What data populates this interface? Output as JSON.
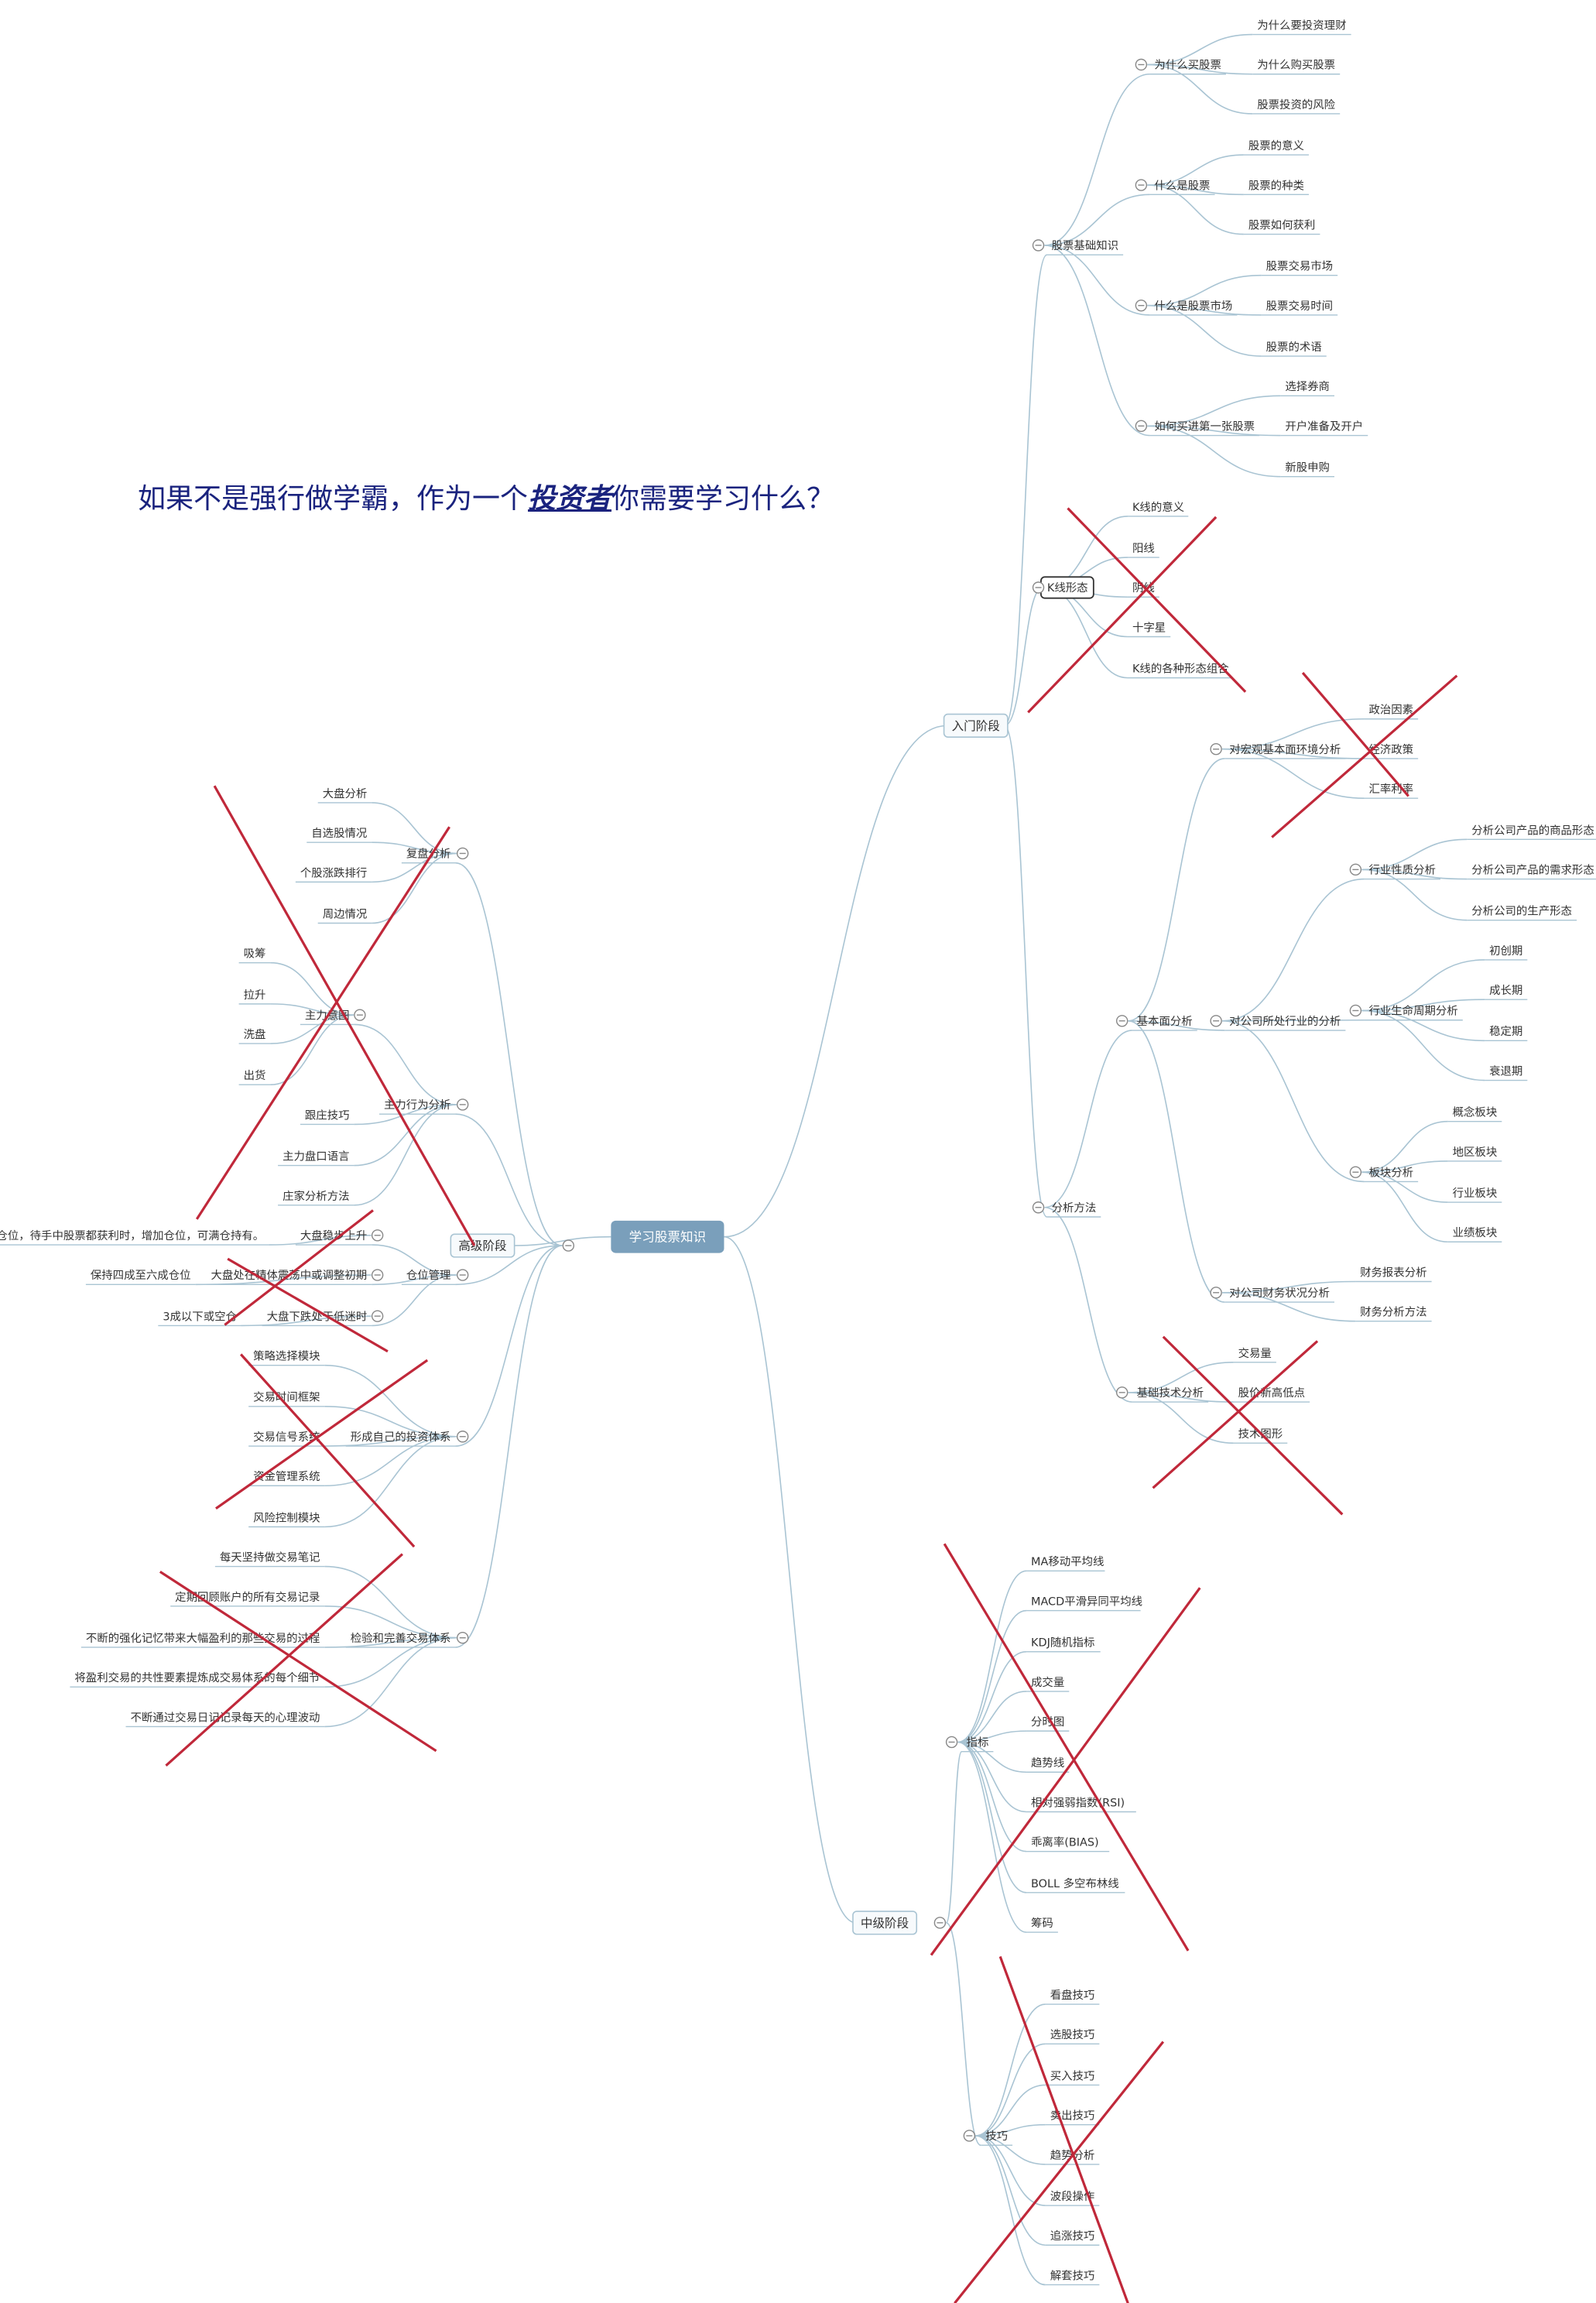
{
  "headline": {
    "prefix": "如果不是强行做学霸，作为一个",
    "emphasis": "投资者",
    "suffix": "你需要学习什么？"
  },
  "colors": {
    "edge": "#a9c4d3",
    "root_fill": "#7a9fbb",
    "root_text": "#ffffff",
    "cross": "#c0283a",
    "text": "#333333",
    "toggle": "#888888"
  },
  "root": "学习股票知识",
  "nodes": [
    {
      "id": "rumen",
      "label": "入门阶段",
      "parent": "root"
    },
    {
      "id": "zhongji",
      "label": "中级阶段",
      "parent": "root"
    },
    {
      "id": "gaoji",
      "label": "高级阶段",
      "parent": "root"
    },
    {
      "id": "jichu",
      "label": "股票基础知识",
      "parent": "rumen"
    },
    {
      "id": "kxian",
      "label": "K线形态",
      "parent": "rumen"
    },
    {
      "id": "fenxi",
      "label": "分析方法",
      "parent": "rumen"
    },
    {
      "id": "weishenme",
      "label": "为什么买股票",
      "parent": "jichu"
    },
    {
      "id": "shenmegp",
      "label": "什么是股票",
      "parent": "jichu"
    },
    {
      "id": "shichang",
      "label": "什么是股票市场",
      "parent": "jichu"
    },
    {
      "id": "ruhemai",
      "label": "如何买进第一张股票",
      "parent": "jichu"
    },
    {
      "id": "w1",
      "label": "为什么要投资理财",
      "parent": "weishenme"
    },
    {
      "id": "w2",
      "label": "为什么购买股票",
      "parent": "weishenme"
    },
    {
      "id": "w3",
      "label": "股票投资的风险",
      "parent": "weishenme"
    },
    {
      "id": "s1",
      "label": "股票的意义",
      "parent": "shenmegp"
    },
    {
      "id": "s2",
      "label": "股票的种类",
      "parent": "shenmegp"
    },
    {
      "id": "s3",
      "label": "股票如何获利",
      "parent": "shenmegp"
    },
    {
      "id": "m1",
      "label": "股票交易市场",
      "parent": "shichang"
    },
    {
      "id": "m2",
      "label": "股票交易时间",
      "parent": "shichang"
    },
    {
      "id": "m3",
      "label": "股票的术语",
      "parent": "shichang"
    },
    {
      "id": "r1",
      "label": "选择券商",
      "parent": "ruhemai"
    },
    {
      "id": "r2",
      "label": "开户准备及开户",
      "parent": "ruhemai"
    },
    {
      "id": "r3",
      "label": "新股申购",
      "parent": "ruhemai"
    },
    {
      "id": "k1",
      "label": "K线的意义",
      "parent": "kxian"
    },
    {
      "id": "k2",
      "label": "阳线",
      "parent": "kxian"
    },
    {
      "id": "k3",
      "label": "阴线",
      "parent": "kxian"
    },
    {
      "id": "k4",
      "label": "十字星",
      "parent": "kxian"
    },
    {
      "id": "k5",
      "label": "K线的各种形态组合",
      "parent": "kxian"
    },
    {
      "id": "jibenmian",
      "label": "基本面分析",
      "parent": "fenxi"
    },
    {
      "id": "jishu",
      "label": "基础技术分析",
      "parent": "fenxi"
    },
    {
      "id": "hongguan",
      "label": "对宏观基本面环境分析",
      "parent": "jibenmian"
    },
    {
      "id": "hangye",
      "label": "对公司所处行业的分析",
      "parent": "jibenmian"
    },
    {
      "id": "caiwu",
      "label": "对公司财务状况分析",
      "parent": "jibenmian"
    },
    {
      "id": "h1",
      "label": "政治因素",
      "parent": "hongguan"
    },
    {
      "id": "h2",
      "label": "经济政策",
      "parent": "hongguan"
    },
    {
      "id": "h3",
      "label": "汇率利率",
      "parent": "hongguan"
    },
    {
      "id": "xingzhi",
      "label": "行业性质分析",
      "parent": "hangye"
    },
    {
      "id": "shengming",
      "label": "行业生命周期分析",
      "parent": "hangye"
    },
    {
      "id": "bankuai",
      "label": "板块分析",
      "parent": "hangye"
    },
    {
      "id": "x1",
      "label": "分析公司产品的商品形态",
      "parent": "xingzhi"
    },
    {
      "id": "x2",
      "label": "分析公司产品的需求形态",
      "parent": "xingzhi"
    },
    {
      "id": "x3",
      "label": "分析公司的生产形态",
      "parent": "xingzhi"
    },
    {
      "id": "sm1",
      "label": "初创期",
      "parent": "shengming"
    },
    {
      "id": "sm2",
      "label": "成长期",
      "parent": "shengming"
    },
    {
      "id": "sm3",
      "label": "稳定期",
      "parent": "shengming"
    },
    {
      "id": "sm4",
      "label": "衰退期",
      "parent": "shengming"
    },
    {
      "id": "b1",
      "label": "概念板块",
      "parent": "bankuai"
    },
    {
      "id": "b2",
      "label": "地区板块",
      "parent": "bankuai"
    },
    {
      "id": "b3",
      "label": "行业板块",
      "parent": "bankuai"
    },
    {
      "id": "b4",
      "label": "业绩板块",
      "parent": "bankuai"
    },
    {
      "id": "c1",
      "label": "财务报表分析",
      "parent": "caiwu"
    },
    {
      "id": "c2",
      "label": "财务分析方法",
      "parent": "caiwu"
    },
    {
      "id": "j1",
      "label": "交易量",
      "parent": "jishu"
    },
    {
      "id": "j2",
      "label": "股价新高低点",
      "parent": "jishu"
    },
    {
      "id": "j3",
      "label": "技术图形",
      "parent": "jishu"
    },
    {
      "id": "zhibiao",
      "label": "指标",
      "parent": "zhongji"
    },
    {
      "id": "jiqiao",
      "label": "技巧",
      "parent": "zhongji"
    },
    {
      "id": "z1",
      "label": "MA移动平均线",
      "parent": "zhibiao"
    },
    {
      "id": "z2",
      "label": "MACD平滑异同平均线",
      "parent": "zhibiao"
    },
    {
      "id": "z3",
      "label": "KDJ随机指标",
      "parent": "zhibiao"
    },
    {
      "id": "z4",
      "label": "成交量",
      "parent": "zhibiao"
    },
    {
      "id": "z5",
      "label": "分时图",
      "parent": "zhibiao"
    },
    {
      "id": "z6",
      "label": "趋势线",
      "parent": "zhibiao"
    },
    {
      "id": "z7",
      "label": "相对强弱指数(RSI)",
      "parent": "zhibiao"
    },
    {
      "id": "z8",
      "label": "乖离率(BIAS)",
      "parent": "zhibiao"
    },
    {
      "id": "z9",
      "label": "BOLL 多空布林线",
      "parent": "zhibiao"
    },
    {
      "id": "z10",
      "label": "筹码",
      "parent": "zhibiao"
    },
    {
      "id": "q1",
      "label": "看盘技巧",
      "parent": "jiqiao"
    },
    {
      "id": "q2",
      "label": "选股技巧",
      "parent": "jiqiao"
    },
    {
      "id": "q3",
      "label": "买入技巧",
      "parent": "jiqiao"
    },
    {
      "id": "q4",
      "label": "卖出技巧",
      "parent": "jiqiao"
    },
    {
      "id": "q5",
      "label": "趋势分析",
      "parent": "jiqiao"
    },
    {
      "id": "q6",
      "label": "波段操作",
      "parent": "jiqiao"
    },
    {
      "id": "q7",
      "label": "追涨技巧",
      "parent": "jiqiao"
    },
    {
      "id": "q8",
      "label": "解套技巧",
      "parent": "jiqiao"
    },
    {
      "id": "fupan",
      "label": "复盘分析",
      "parent": "gaoji"
    },
    {
      "id": "zhuli",
      "label": "主力行为分析",
      "parent": "gaoji"
    },
    {
      "id": "cangwei",
      "label": "仓位管理",
      "parent": "gaoji"
    },
    {
      "id": "tixi",
      "label": "形成自己的投资体系",
      "parent": "gaoji"
    },
    {
      "id": "jianyan",
      "label": "检验和完善交易体系",
      "parent": "gaoji"
    },
    {
      "id": "f1",
      "label": "大盘分析",
      "parent": "fupan"
    },
    {
      "id": "f2",
      "label": "自选股情况",
      "parent": "fupan"
    },
    {
      "id": "f3",
      "label": "个股涨跌排行",
      "parent": "fupan"
    },
    {
      "id": "f4",
      "label": "周边情况",
      "parent": "fupan"
    },
    {
      "id": "zlyi",
      "label": "主力意图",
      "parent": "zhuli"
    },
    {
      "id": "zl2",
      "label": "跟庄技巧",
      "parent": "zhuli"
    },
    {
      "id": "zl3",
      "label": "主力盘口语言",
      "parent": "zhuli"
    },
    {
      "id": "zl4",
      "label": "庄家分析方法",
      "parent": "zhuli"
    },
    {
      "id": "y1",
      "label": "吸筹",
      "parent": "zlyi"
    },
    {
      "id": "y2",
      "label": "拉升",
      "parent": "zlyi"
    },
    {
      "id": "y3",
      "label": "洗盘",
      "parent": "zlyi"
    },
    {
      "id": "y4",
      "label": "出货",
      "parent": "zlyi"
    },
    {
      "id": "cw1",
      "label": "大盘稳步上升",
      "parent": "cangwei"
    },
    {
      "id": "cw2",
      "label": "大盘处在精体震荡中或调整初期",
      "parent": "cangwei"
    },
    {
      "id": "cw3",
      "label": "大盘下跌处于低迷时",
      "parent": "cangwei"
    },
    {
      "id": "cw1a",
      "label": "七成仓位，待手中股票都获利时，增加仓位，可满仓持有。",
      "parent": "cw1"
    },
    {
      "id": "cw2a",
      "label": "保持四成至六成仓位",
      "parent": "cw2"
    },
    {
      "id": "cw3a",
      "label": "3成以下或空仓",
      "parent": "cw3"
    },
    {
      "id": "t1",
      "label": "策略选择模块",
      "parent": "tixi"
    },
    {
      "id": "t2",
      "label": "交易时间框架",
      "parent": "tixi"
    },
    {
      "id": "t3",
      "label": "交易信号系统",
      "parent": "tixi"
    },
    {
      "id": "t4",
      "label": "资金管理系统",
      "parent": "tixi"
    },
    {
      "id": "t5",
      "label": "风险控制模块",
      "parent": "tixi"
    },
    {
      "id": "e1",
      "label": "每天坚持做交易笔记",
      "parent": "jianyan"
    },
    {
      "id": "e2",
      "label": "定期回顾账户的所有交易记录",
      "parent": "jianyan"
    },
    {
      "id": "e3",
      "label": "不断的强化记忆带来大幅盈利的那些交易的过程",
      "parent": "jianyan"
    },
    {
      "id": "e4",
      "label": "将盈利交易的共性要素提炼成交易体系的每个细节",
      "parent": "jianyan"
    },
    {
      "id": "e5",
      "label": "不断通过交易日记记录每天的心理波动",
      "parent": "jianyan"
    }
  ]
}
